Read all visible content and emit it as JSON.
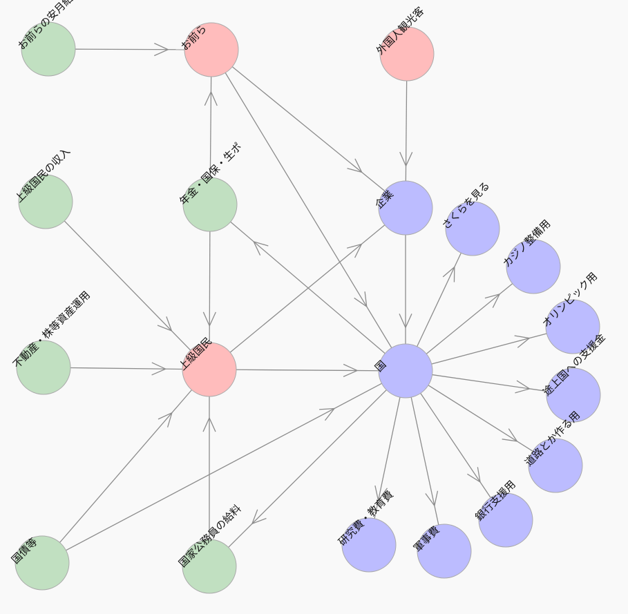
{
  "colors": {
    "green": "#c1e0c1",
    "red": "#ffbcbc",
    "blue": "#bcbcff"
  },
  "nodes": [
    {
      "id": "omaera_yasu",
      "label": "お前らの安月給",
      "color": "green"
    },
    {
      "id": "omaera",
      "label": "お前ら",
      "color": "red"
    },
    {
      "id": "gaikokujin",
      "label": "外国人観光客",
      "color": "red"
    },
    {
      "id": "joukyu_shunyu",
      "label": "上級国民の収入",
      "color": "green"
    },
    {
      "id": "nenkin",
      "label": "年金・国保・生ポ",
      "color": "green"
    },
    {
      "id": "kigyou",
      "label": "企業",
      "color": "blue"
    },
    {
      "id": "sakura",
      "label": "さくらを見る",
      "color": "blue"
    },
    {
      "id": "casino",
      "label": "カジノ整備用",
      "color": "blue"
    },
    {
      "id": "olympic",
      "label": "オリンピック用",
      "color": "blue"
    },
    {
      "id": "fudousan",
      "label": "不動産・株等資産運用",
      "color": "green"
    },
    {
      "id": "joukyu",
      "label": "上級国民",
      "color": "red"
    },
    {
      "id": "kuni",
      "label": "国",
      "color": "blue"
    },
    {
      "id": "tojoukoku",
      "label": "途上国への支援金",
      "color": "blue"
    },
    {
      "id": "douro",
      "label": "道路とか作る用",
      "color": "blue"
    },
    {
      "id": "ginkou",
      "label": "銀行支援用",
      "color": "blue"
    },
    {
      "id": "kenkyuu",
      "label": "研究費・教育費",
      "color": "blue"
    },
    {
      "id": "gunji",
      "label": "軍事費",
      "color": "blue"
    },
    {
      "id": "kokusai",
      "label": "国債等",
      "color": "green"
    },
    {
      "id": "koumuin",
      "label": "国家公務員の給料",
      "color": "green"
    }
  ],
  "edges": [
    {
      "from": "omaera_yasu",
      "to": "omaera"
    },
    {
      "from": "nenkin",
      "to": "omaera"
    },
    {
      "from": "omaera",
      "to": "kigyou"
    },
    {
      "from": "omaera",
      "to": "kuni"
    },
    {
      "from": "gaikokujin",
      "to": "kigyou"
    },
    {
      "from": "kigyou",
      "to": "kuni"
    },
    {
      "from": "joukyu_shunyu",
      "to": "joukyu"
    },
    {
      "from": "nenkin",
      "to": "joukyu"
    },
    {
      "from": "fudousan",
      "to": "joukyu"
    },
    {
      "from": "joukyu",
      "to": "kigyou"
    },
    {
      "from": "joukyu",
      "to": "kuni"
    },
    {
      "from": "kuni",
      "to": "nenkin"
    },
    {
      "from": "kokusai",
      "to": "joukyu"
    },
    {
      "from": "kokusai",
      "to": "kuni"
    },
    {
      "from": "koumuin",
      "to": "joukyu"
    },
    {
      "from": "kuni",
      "to": "koumuin"
    },
    {
      "from": "kuni",
      "to": "sakura"
    },
    {
      "from": "kuni",
      "to": "casino"
    },
    {
      "from": "kuni",
      "to": "olympic"
    },
    {
      "from": "kuni",
      "to": "tojoukoku"
    },
    {
      "from": "kuni",
      "to": "douro"
    },
    {
      "from": "kuni",
      "to": "ginkou"
    },
    {
      "from": "kuni",
      "to": "gunji"
    },
    {
      "from": "kuni",
      "to": "kenkyuu"
    }
  ]
}
